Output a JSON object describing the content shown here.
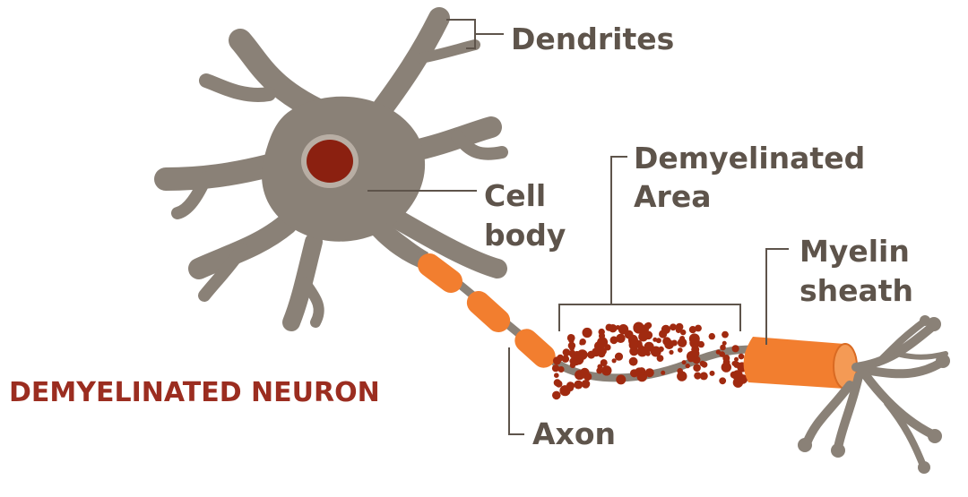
{
  "title": "DEMYELINATED NEURON",
  "labels": {
    "dendrites": "Dendrites",
    "cell_body_1": "Cell",
    "cell_body_2": "body",
    "demyelinated_1": "Demyelinated",
    "demyelinated_2": "Area",
    "myelin_1": "Myelin",
    "myelin_2": "sheath",
    "axon": "Axon"
  },
  "colors": {
    "neuron": "#8a8177",
    "nucleus": "#8b2010",
    "myelin": "#f27e2f",
    "debris": "#a02a10",
    "label": "#5e544b",
    "title": "#9b2d20"
  }
}
